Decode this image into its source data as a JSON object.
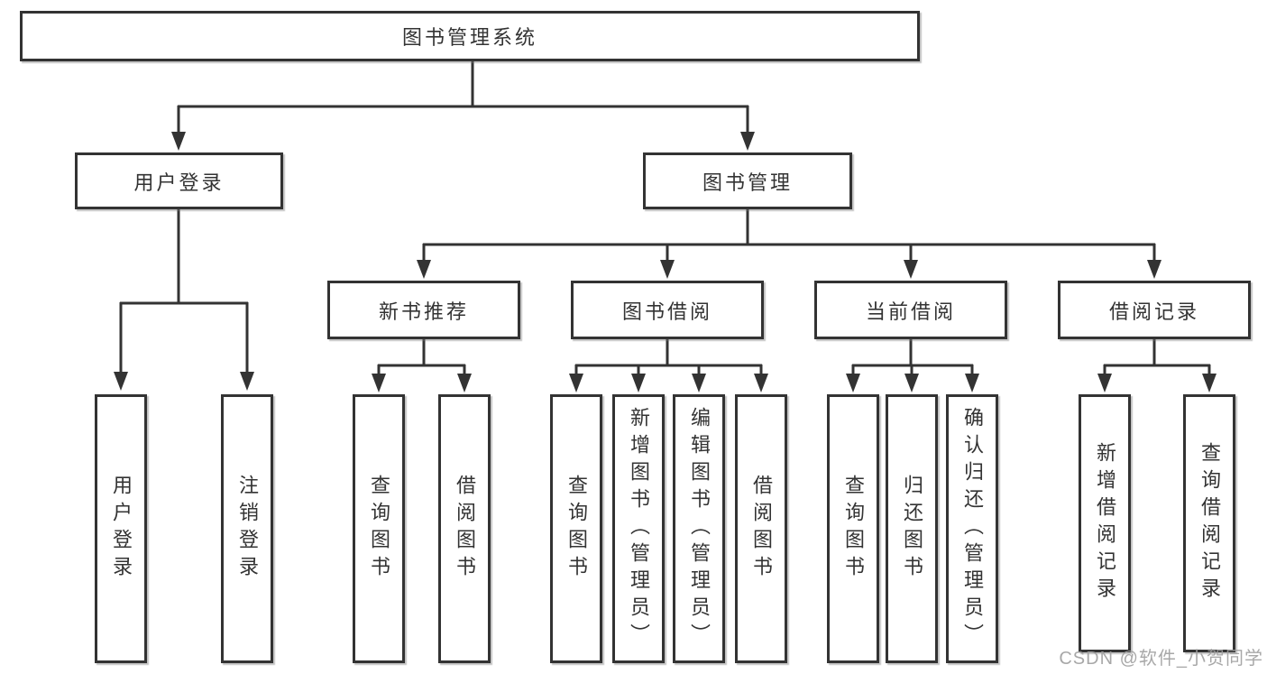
{
  "root": {
    "label": "图书管理系统"
  },
  "level2": [
    {
      "label": "用户登录"
    },
    {
      "label": "图书管理"
    }
  ],
  "level3": [
    {
      "label": "新书推荐"
    },
    {
      "label": "图书借阅"
    },
    {
      "label": "当前借阅"
    },
    {
      "label": "借阅记录"
    }
  ],
  "leaves": {
    "login": [
      {
        "label": "用户登录"
      },
      {
        "label": "注销登录"
      }
    ],
    "recommend": [
      {
        "label": "查询图书"
      },
      {
        "label": "借阅图书"
      }
    ],
    "borrow": [
      {
        "label": "查询图书"
      },
      {
        "label": "新增图书（管理员）"
      },
      {
        "label": "编辑图书（管理员）"
      },
      {
        "label": "借阅图书"
      }
    ],
    "current": [
      {
        "label": "查询图书"
      },
      {
        "label": "归还图书"
      },
      {
        "label": "确认归还（管理员）"
      }
    ],
    "records": [
      {
        "label": "新增借阅记录"
      },
      {
        "label": "查询借阅记录"
      }
    ]
  },
  "watermark": {
    "text": "CSDN @软件_小贺同学"
  },
  "colors": {
    "line": "#333333",
    "box_border": "#333333",
    "box_fill": "#ffffff",
    "text": "#333333",
    "watermark": "#9e9e9e",
    "background": "#ffffff"
  }
}
